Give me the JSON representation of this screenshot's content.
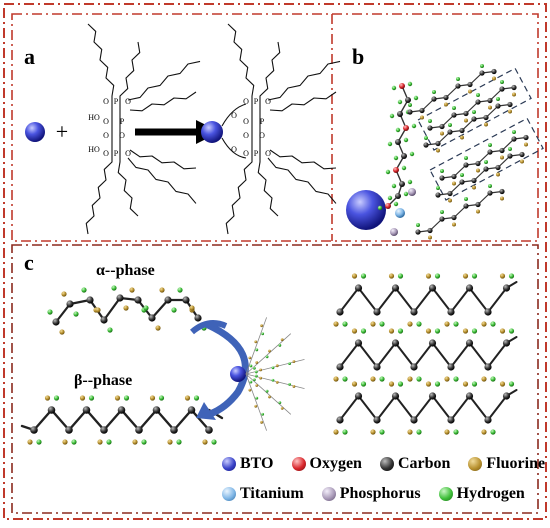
{
  "panels": {
    "a": "a",
    "b": "b",
    "c": "c"
  },
  "phases": {
    "alpha": "α--phase",
    "beta": "β--phase"
  },
  "molecule_labels": {
    "left_top_oh": "HO",
    "left_bottom_oh": "HO",
    "plus": "+"
  },
  "legend": [
    {
      "label": "BTO",
      "color": "#3a43c8"
    },
    {
      "label": "Oxygen",
      "color": "#d9262b"
    },
    {
      "label": "Carbon",
      "color": "#222222"
    },
    {
      "label": "Fluorine",
      "color": "#b8912f"
    },
    {
      "label": "Titanium",
      "color": "#7fb6e6"
    },
    {
      "label": "Phosphorus",
      "color": "#a99ab8"
    },
    {
      "label": "Hydrogen",
      "color": "#3fbf3a"
    }
  ],
  "colors": {
    "frame": "#c0392b",
    "inner_frame": "#8b2a1e",
    "arrow_blue": "#3f63b8"
  }
}
